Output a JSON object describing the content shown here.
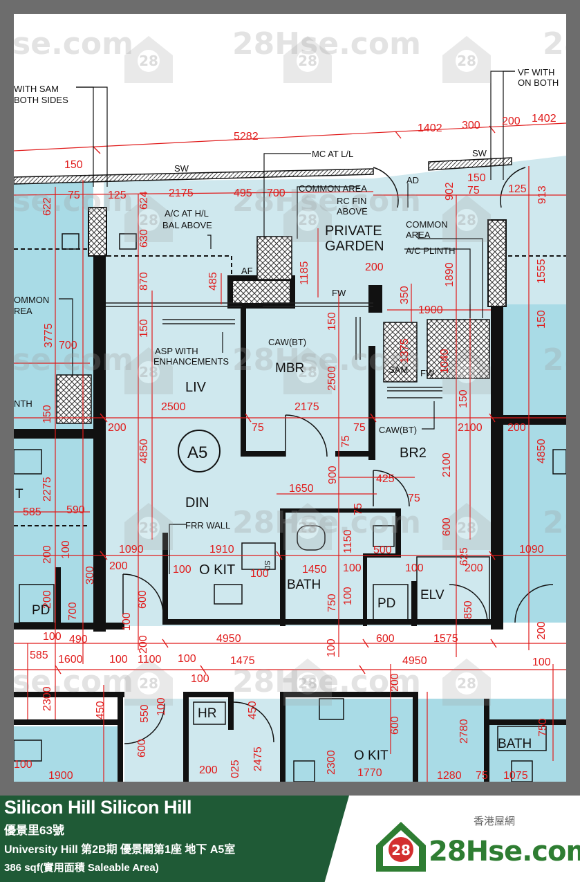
{
  "watermark": {
    "text": "28Hse.com",
    "badge": "28"
  },
  "plan": {
    "unit_label": "A5",
    "rooms": {
      "private_garden_1": "PRIVATE",
      "private_garden_2": "GARDEN",
      "mbr": "MBR",
      "liv": "LIV",
      "din": "DIN",
      "br2": "BR2",
      "okit": "O KIT",
      "bath": "BATH",
      "pd": "PD",
      "elv": "ELV",
      "sam": "SAM",
      "hr": "HR",
      "okit_lower": "O KIT",
      "bath_lower": "BATH",
      "pd_left": "PD",
      "sd": "SD",
      "af": "AF",
      "ad": "AD",
      "sw_left": "SW",
      "sw_right": "SW",
      "fw_top": "FW",
      "fw_sam": "FW"
    },
    "notes": {
      "with_sam_1": "WITH SAM",
      "with_sam_2": "BOTH SIDES",
      "vf_with_1": "VF WITH",
      "vf_with_2": "ON BOTH",
      "mc_at": "MC AT L/L",
      "common_area_top": "COMMON AREA",
      "rc_fin_1": "RC FIN",
      "rc_fin_2": "ABOVE",
      "ac_hl_1": "A/C AT H/L",
      "ac_hl_2": "BAL ABOVE",
      "common_area_r1": "COMMON",
      "common_area_r2": "AREA",
      "ac_plinth": "A/C PLINTH",
      "common_area_l1": "OMMON",
      "common_area_l2": "REA",
      "asp_1": "ASP WITH",
      "asp_2": "ENHANCEMENTS",
      "caw_bt_1": "CAW(BT)",
      "caw_bt_2": "CAW(BT)",
      "frr_wall": "FRR WALL",
      "nth": "NTH"
    },
    "dims": {
      "d5282": "5282",
      "d1402a": "1402",
      "d300a": "300",
      "d200a": "200",
      "d1402b": "1402",
      "d150a": "150",
      "d75a": "75",
      "d125a": "125",
      "d2175a": "2175",
      "d495": "495",
      "d700a": "700",
      "d902": "902",
      "d913": "913",
      "d150b": "150",
      "d75b": "75",
      "d125b": "125",
      "d622": "622",
      "d624": "624",
      "d630": "630",
      "d870": "870",
      "d485": "485",
      "d1185": "1185",
      "d200b": "200",
      "d1890": "1890",
      "d1555": "1555",
      "d350": "350",
      "d1900a": "1900",
      "d3775": "3775",
      "d700b": "700",
      "d150c": "150",
      "d150d": "150",
      "d1375": "1375",
      "d1040": "1040",
      "d2500a": "2500",
      "d2500b": "2500",
      "d2175b": "2175",
      "d150e": "150",
      "d150f": "150",
      "d200c": "200",
      "d75c": "75",
      "d75d": "75",
      "d2100a": "2100",
      "d200d": "200",
      "d4850a": "4850",
      "d4850b": "4850",
      "d75e": "75",
      "d2100b": "2100",
      "d900": "900",
      "d425": "425",
      "d75f": "75",
      "d1650": "1650",
      "d75g": "75",
      "d2275": "2275",
      "d585a": "585",
      "d590": "590",
      "d1150": "1150",
      "d600a": "600",
      "d1090a": "1090",
      "d1910": "1910",
      "d500": "500",
      "d1090b": "1090",
      "d200e": "200",
      "d100a": "100",
      "d200f": "200",
      "d100b": "100",
      "d100c": "100",
      "d1450": "1450",
      "d100d": "100",
      "d100e": "100",
      "d625": "625",
      "d200g": "200",
      "d300b": "300",
      "d700c": "700",
      "d600b": "600",
      "d750a": "750",
      "d100f": "100",
      "d850": "850",
      "d100g": "100",
      "d490": "490",
      "d4950a": "4950",
      "d600c": "600",
      "d1575": "1575",
      "d200h": "200",
      "d585b": "585",
      "d1600": "1600",
      "d100h": "100",
      "d1100": "1100",
      "d100i": "100",
      "d1475": "1475",
      "d4950b": "4950",
      "d100j": "100",
      "d100k": "100",
      "d2300a": "2300",
      "d450a": "450",
      "d550": "550",
      "d100l": "100",
      "d450b": "450",
      "d200i": "200",
      "d600d": "600",
      "d2780": "2780",
      "d750b": "750",
      "d600e": "600",
      "d200j": "200",
      "d025": "025",
      "d2475": "2475",
      "d2300b": "2300",
      "d1770": "1770",
      "d100m": "100",
      "d1900b": "1900",
      "d1280": "1280",
      "d75h": "75",
      "d1075": "1075",
      "d200k": "200",
      "d100n": "100",
      "d200l": "200",
      "d100o": "100",
      "d150g": "150"
    }
  },
  "footer": {
    "estate_title": "Silicon Hill Silicon Hill",
    "address": "優景里63號",
    "unit_line": "University Hill 第2B期 優景閣第1座  地下 A5室",
    "area_line": "386 sqf(實用面積 Saleable Area)",
    "brand_cn": "香港屋網",
    "brand_name": "28Hse.com",
    "brand_badge": "28"
  },
  "colors": {
    "background_frame": "#6d6d6d",
    "floor_fill": "#cfe8ee",
    "neighbour_fill": "#a9dbe6",
    "wall": "#111111",
    "dimension": "#e01b1b",
    "footer_green": "#1f5a36",
    "brand_green": "#2e7d32",
    "brand_red": "#d32f2f"
  }
}
